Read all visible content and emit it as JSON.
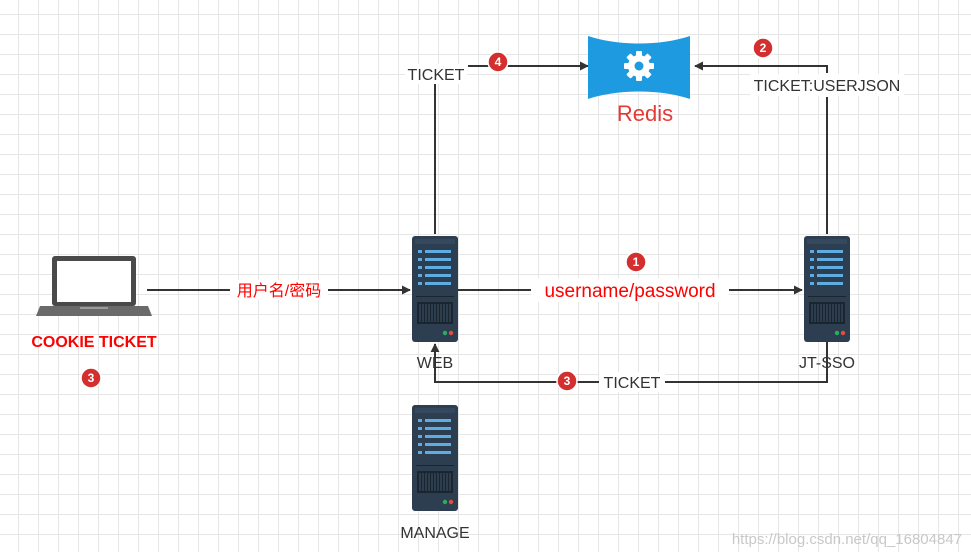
{
  "nodes": {
    "redis": "Redis",
    "web": "WEB",
    "sso": "JT-SSO",
    "manage": "MANAGE",
    "client": "COOKIE TICKET"
  },
  "edges": {
    "web_to_redis": "TICKET",
    "sso_to_redis": "TICKET:USERJSON",
    "client_to_web": "用户名/密码",
    "web_to_sso": "username/password",
    "sso_to_web": "TICKET"
  },
  "steps": {
    "step_web_redis": "4",
    "step_sso_redis": "2",
    "step_login": "1",
    "step_return": "3",
    "step_cookie": "3"
  },
  "colors": {
    "accent_red": "#ff0000",
    "badge": "#d32f2f",
    "redis_blue": "#1e9be0",
    "server_dark": "#2c3e50"
  },
  "icons": {
    "redis": "gear-icon",
    "client": "laptop-icon",
    "servers": "server-icon"
  },
  "watermark": "https://blog.csdn.net/qq_16804847"
}
